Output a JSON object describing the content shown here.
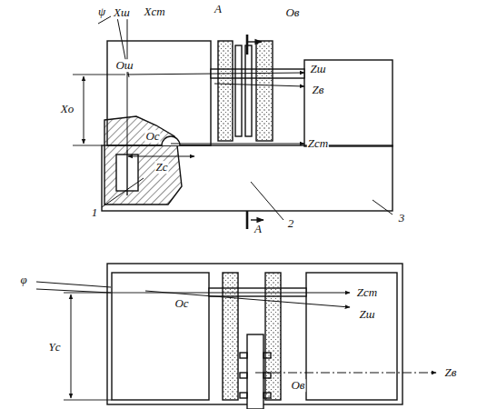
{
  "diagram": {
    "labels": [
      "ψ",
      "Xш",
      "Xст",
      "A",
      "Oв",
      "Oш",
      "Zш",
      "Zв",
      "Xо",
      "Oс",
      "Zс",
      "Zст",
      "1",
      "2",
      "3",
      "A",
      "φ",
      "Oс",
      "Zст",
      "Zш",
      "Yс",
      "Oв",
      "Zв"
    ]
  }
}
